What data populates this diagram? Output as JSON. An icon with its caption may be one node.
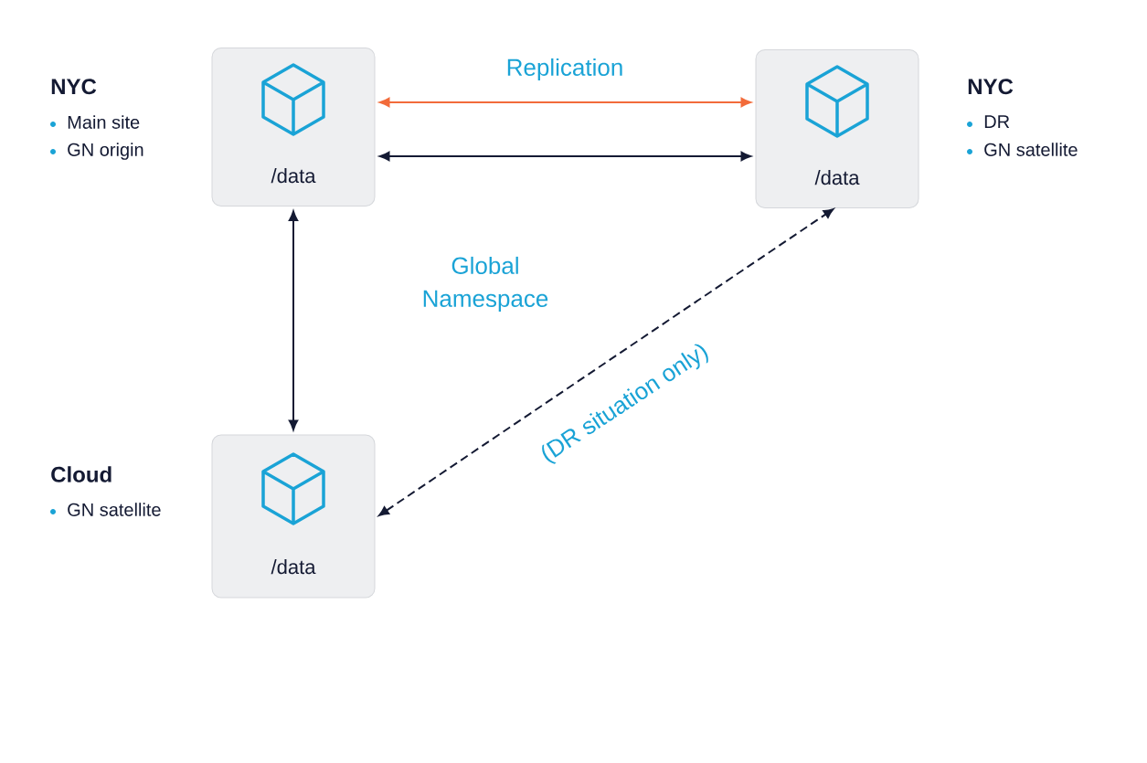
{
  "diagram": {
    "nodes": [
      {
        "text": [
          "/data"
        ],
        "beside": [
          "NYC",
          "Main site",
          "GN origin"
        ]
      },
      {
        "text": [
          "/data"
        ],
        "beside": [
          "NYC",
          "DR",
          "GN satellite"
        ]
      },
      {
        "text": [
          "/data"
        ],
        "beside": [
          "Cloud",
          "GN satellite"
        ]
      }
    ],
    "edges": [
      {
        "from": 0,
        "to": 1,
        "arrow": "both",
        "label": "Replication",
        "color": "#f26b3a"
      },
      {
        "from": 0,
        "to": 1,
        "arrow": "both"
      },
      {
        "from": 0,
        "to": 2,
        "arrow": "both"
      },
      {
        "from": 2,
        "to": 1,
        "arrow": "both",
        "style": "dashed",
        "label": "(DR situation only)"
      }
    ],
    "labels": [
      "Global Namespace"
    ]
  }
}
